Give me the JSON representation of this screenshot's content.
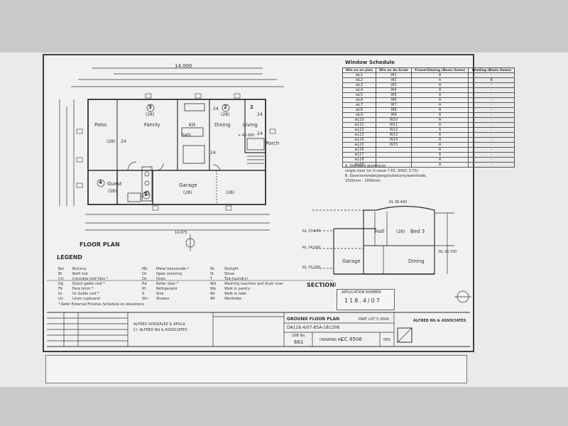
{
  "floor_plan": {
    "rooms": {
      "patio": "Patio",
      "family": "Family",
      "kit": "Kit",
      "dining": "Dining",
      "living": "Living",
      "porch": "Porch",
      "guest": "Guest",
      "garage": "Garage",
      "bath": "Bath"
    },
    "room_tags": [
      "(28)",
      "(28)",
      "(28)",
      "(28)",
      "(28)",
      "(28)"
    ],
    "numbers": [
      "3",
      "2",
      "2",
      "4",
      "5",
      "24",
      "24",
      "24",
      "24",
      "24"
    ],
    "level": "+ 43.000",
    "title": "FLOOR PLAN",
    "top_dim": "14,000",
    "bottom_dim": "14,675"
  },
  "window_schedule": {
    "title": "Window Schedule",
    "headers": [
      "Win no on plan",
      "Win no Au Scale",
      "Frame/Glazing (Basix Items)",
      "Shading (Basix Items)"
    ],
    "rows": [
      [
        "wL1",
        "W1",
        "A",
        "-"
      ],
      [
        "wL2",
        "W2",
        "A",
        "B"
      ],
      [
        "wL3",
        "W3",
        "A",
        "-"
      ],
      [
        "wL4",
        "W4",
        "A",
        "-"
      ],
      [
        "wL5",
        "W5",
        "A",
        "-"
      ],
      [
        "wL6",
        "W6",
        "A",
        "-"
      ],
      [
        "wL7",
        "W7",
        "A",
        "-"
      ],
      [
        "wL8",
        "W8",
        "A",
        "-"
      ],
      [
        "wL9",
        "W9",
        "A",
        "-"
      ],
      [
        "wL10",
        "W10",
        "A",
        "-"
      ],
      [
        "wL11",
        "W11",
        "A",
        "-"
      ],
      [
        "wL12",
        "W12",
        "A",
        "-"
      ],
      [
        "wL13",
        "W13",
        "A",
        "-"
      ],
      [
        "wL14",
        "W14",
        "A",
        "-"
      ],
      [
        "wL15",
        "W15",
        "A",
        "-"
      ],
      [
        "wL16",
        "",
        "A",
        "-"
      ],
      [
        "wL17",
        "",
        "A",
        "-"
      ],
      [
        "wL18",
        "",
        "A",
        "-"
      ],
      [
        "wL19",
        "",
        "A",
        "-"
      ]
    ],
    "notes": [
      "A.  Standard aluminium",
      "     single clear (or U-value 7.63, SHGC 0.75)",
      "B.  Eave/verandah/pergola/balcony/awnshade,",
      "     1500mm - 2000mm"
    ]
  },
  "section": {
    "title": "SECTION",
    "rooms": [
      "Hall",
      "(28)",
      "Bed 3",
      "Garage",
      "Dining"
    ],
    "levels": [
      "RL 38.400",
      "RL 37.470",
      "RL 34.500",
      "RL 33.350",
      "RL 34.700"
    ],
    "marker": "1"
  },
  "legend": {
    "title": "LEGEND",
    "col1": [
      [
        "Bal",
        "Balcony"
      ],
      [
        "Bt",
        "Bath tub"
      ],
      [
        "Crt",
        "Concrete roof tiles *"
      ],
      [
        "Dg",
        "Dutch gable roof *"
      ],
      [
        "Fb",
        "Face brick *"
      ],
      [
        "Gr",
        "Gr Gable roof *"
      ],
      [
        "Lin",
        "Linen cupboard"
      ]
    ],
    "col2": [
      [
        "Mb",
        "Metal balustrade *"
      ],
      [
        "Os",
        "Open shelving"
      ],
      [
        "Ov",
        "Oven"
      ],
      [
        "Rd",
        "Roller door *"
      ],
      [
        "Rf",
        "Refrigerator"
      ],
      [
        "S",
        "Sink"
      ],
      [
        "Shr",
        "Shower"
      ]
    ],
    "col3": [
      [
        "Sk",
        "Skylight"
      ],
      [
        "St",
        "Stove"
      ],
      [
        "T",
        "Tub (laundry)"
      ],
      [
        "Wd",
        "Washing machine and dryer over"
      ],
      [
        "Wp",
        "Walk in pantry"
      ],
      [
        "Wr",
        "Walk in robe"
      ],
      [
        "Wt",
        "Wardrobe"
      ]
    ],
    "note": "*  Refer External Finishes Schedule on elevations"
  },
  "stamp": {
    "heading": "APPLICATION NUMBER",
    "number": "118.4/07"
  },
  "title_block": {
    "drawing_title": "GROUND FLOOR PLAN",
    "part_lot": "PART LOT 5 (65A)",
    "da_number": "DA118.4/07-85A-181206",
    "job_label": "JOB No.",
    "job_no": "661",
    "drawing_label": "DRAWING No.",
    "drawing_no": "CC  8506",
    "rev_label": "REV",
    "firm": "ALFRED NG & ASSOCIATES",
    "client": "ALFRED GONZALEZ & APOLA",
    "client2": "C/- ALFRED NG & ASSOCIATES"
  },
  "colors": {
    "ink": "#2c3034",
    "paper": "#f1f2f0",
    "band": "#c8cac9"
  }
}
